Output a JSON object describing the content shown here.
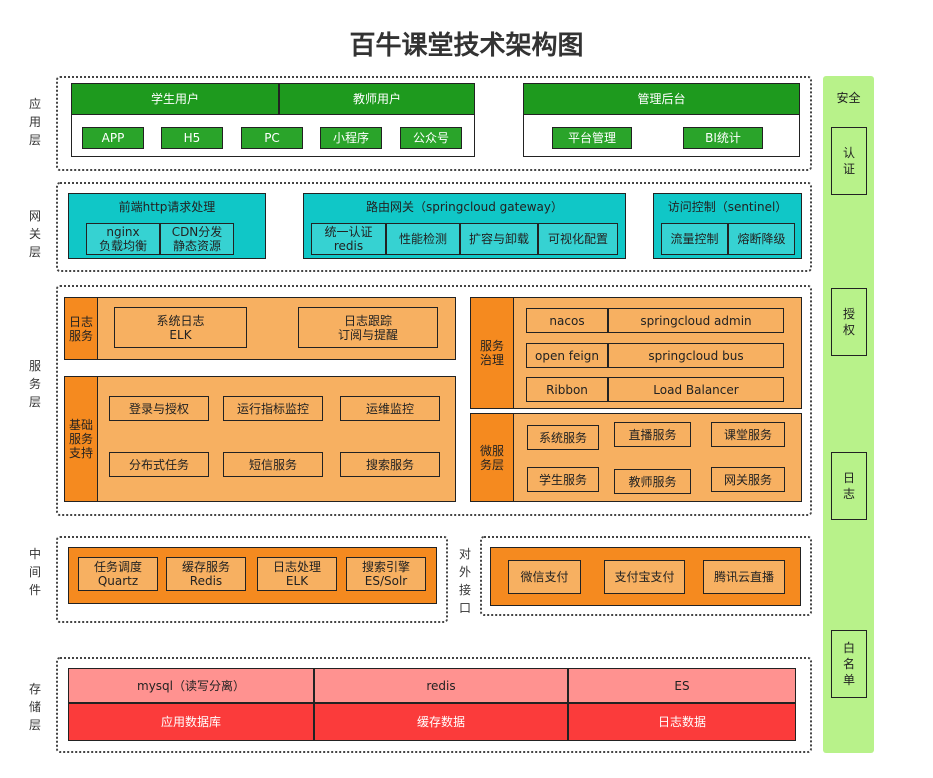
{
  "title": "百牛课堂技术架构图",
  "layers": {
    "app": "应\n用\n层",
    "gateway": "网\n关\n层",
    "service": "服\n务\n层",
    "middleware": "中\n间\n件",
    "storage": "存\n储\n层"
  },
  "app": {
    "student": "学生用户",
    "teacher": "教师用户",
    "clients": [
      "APP",
      "H5",
      "PC",
      "小程序",
      "公众号"
    ],
    "admin": "管理后台",
    "admin_items": [
      "平台管理",
      "BI统计"
    ]
  },
  "gateway": {
    "front": "前端http请求处理",
    "front_items": [
      "nginx\n负载均衡",
      "CDN分发\n静态资源"
    ],
    "route": "路由网关（springcloud gateway）",
    "route_items": [
      "统一认证\nredis",
      "性能检测",
      "扩容与卸载",
      "可视化配置"
    ],
    "access": "访问控制（sentinel）",
    "access_items": [
      "流量控制",
      "熔断降级"
    ]
  },
  "service": {
    "log_label": "日志\n服务",
    "log_items": [
      "系统日志\nELK",
      "日志跟踪\n订阅与提醒"
    ],
    "base_label": "基础\n服务\n支持",
    "base_items": [
      "登录与授权",
      "运行指标监控",
      "运维监控",
      "分布式任务",
      "短信服务",
      "搜索服务"
    ],
    "gov_label": "服务\n治理",
    "gov_rows": [
      [
        "nacos",
        "springcloud admin"
      ],
      [
        "open feign",
        "springcloud bus"
      ],
      [
        "Ribbon",
        "Load Balancer"
      ]
    ],
    "micro_label": "微服\n务层",
    "micro_items": [
      "系统服务",
      "直播服务",
      "课堂服务",
      "学生服务",
      "教师服务",
      "网关服务"
    ]
  },
  "middleware": {
    "items": [
      "任务调度\nQuartz",
      "缓存服务\nRedis",
      "日志处理\nELK",
      "搜索引擎\nES/Solr"
    ],
    "external_label": "对\n外\n接\n口",
    "external_items": [
      "微信支付",
      "支付宝支付",
      "腾讯云直播"
    ]
  },
  "storage": {
    "top": [
      "mysql（读写分离）",
      "redis",
      "ES"
    ],
    "bottom": [
      "应用数据库",
      "缓存数据",
      "日志数据"
    ]
  },
  "security": {
    "title": "安全",
    "items": [
      "认\n证",
      "授\n权",
      "日\n志",
      "白\n名\n单"
    ]
  },
  "colors": {
    "green": "#1e9a1e",
    "cyan": "#10c7c7",
    "orange": "#f58a1f",
    "light_orange": "#f7b061",
    "pink": "#ff9290",
    "red": "#fb3b3b",
    "side_green": "#b8f28a"
  }
}
